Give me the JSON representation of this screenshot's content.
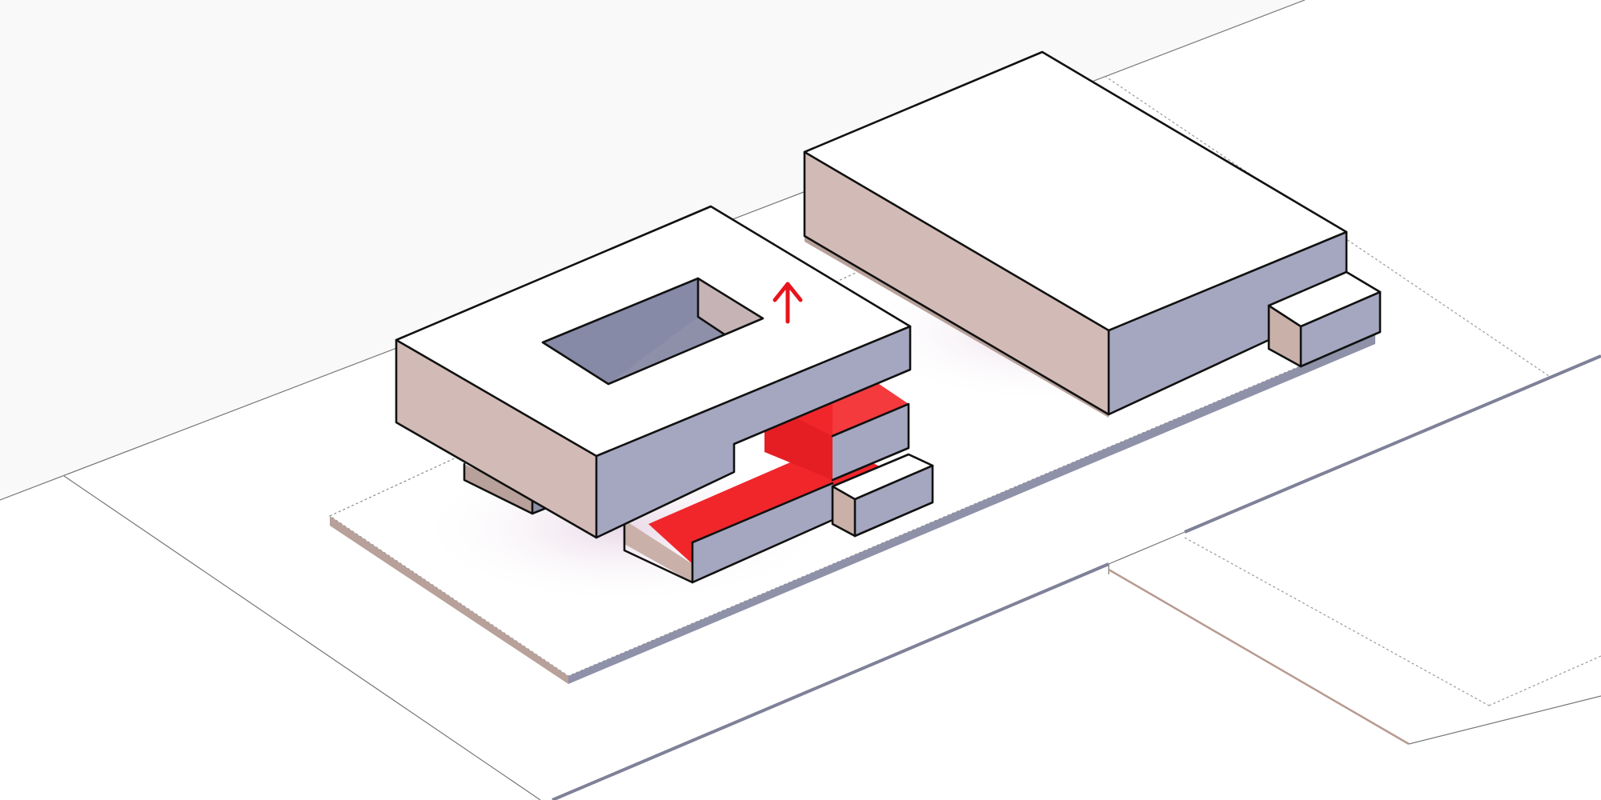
{
  "diagram": {
    "kind": "isometric massing diagram",
    "highlight_color": "#f0262b",
    "arrow_color": "#e8141c",
    "arrow_direction": "up",
    "colors": {
      "background_site": "#f9f9f9",
      "ground": "#ffffff",
      "roof": "#ffffff",
      "left_face": "#d2bbb6",
      "right_face": "#a5a7c0",
      "shadow": "#e7d9e6",
      "plinth_left": "#b8a19a",
      "plinth_right": "#8f91a9"
    },
    "elements": [
      "plinth",
      "building-with-courtyard",
      "highlighted-ground-floor-volume",
      "adjacent-building",
      "annex-block",
      "up-arrow"
    ]
  }
}
